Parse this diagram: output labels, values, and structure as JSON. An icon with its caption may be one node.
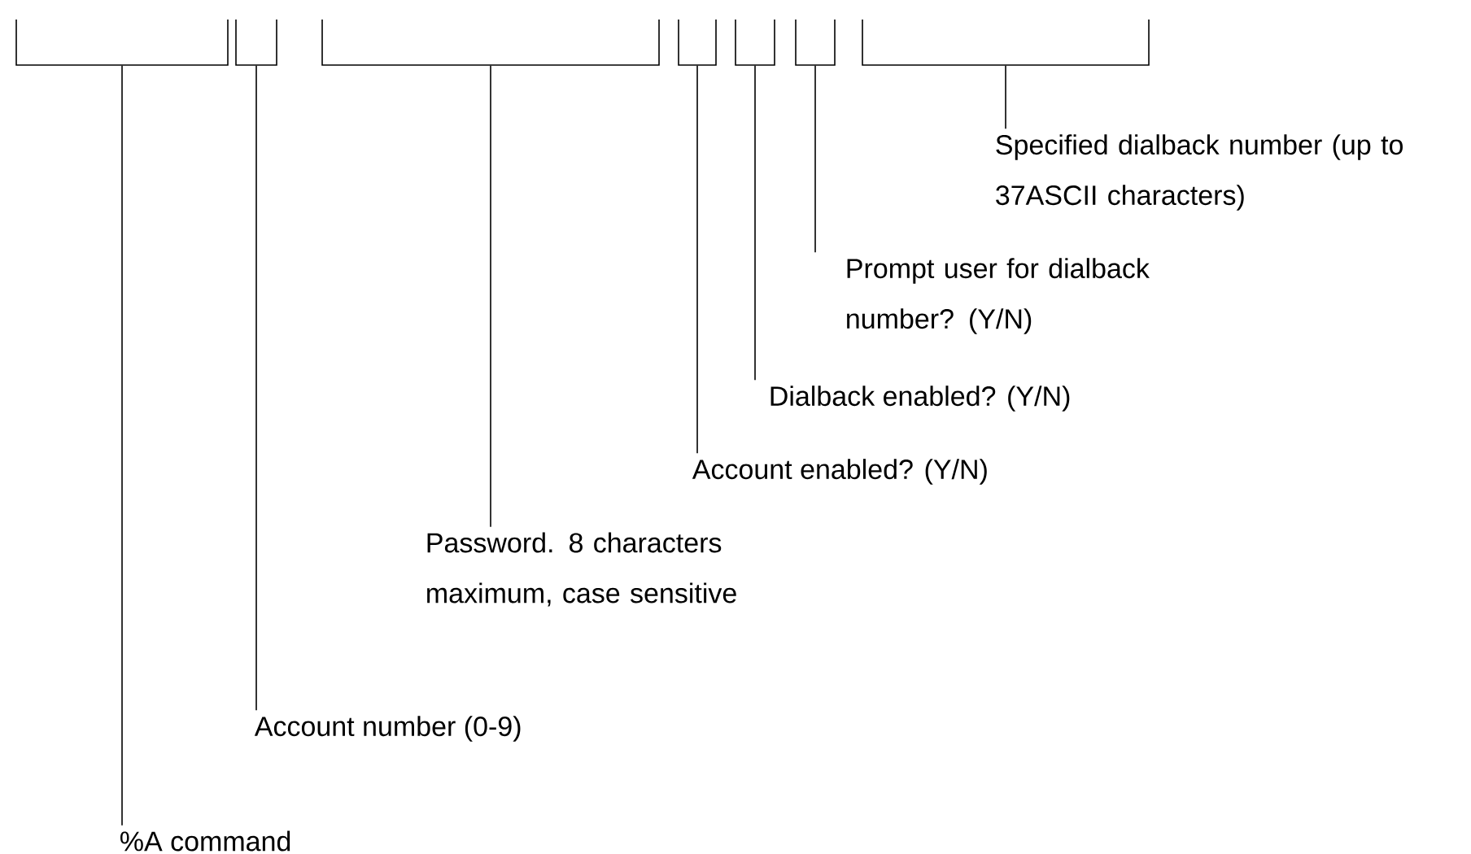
{
  "diagram": {
    "nodes": [
      {
        "text": [],
        "shape": "bracket"
      },
      {
        "text": [],
        "shape": "bracket"
      },
      {
        "text": [],
        "shape": "bracket"
      },
      {
        "text": [],
        "shape": "bracket"
      },
      {
        "text": [],
        "shape": "bracket"
      },
      {
        "text": [],
        "shape": "bracket"
      },
      {
        "text": [],
        "shape": "bracket"
      },
      {
        "text": [
          "Specified dialback number (up to 37ASCII characters)"
        ]
      },
      {
        "text": [
          "Prompt user for dialback number? (Y/N)"
        ]
      },
      {
        "text": [
          "Dialback enabled? (Y/N)"
        ]
      },
      {
        "text": [
          "Account enabled? (Y/N)"
        ]
      },
      {
        "text": [
          "Password.  8 characters maximum, case sensitive"
        ]
      },
      {
        "text": [
          "Account number (0-9)"
        ]
      },
      {
        "text": [
          "%A command"
        ]
      }
    ],
    "edges": [
      {
        "from": 7,
        "to": 6,
        "arrow": "none"
      },
      {
        "from": 8,
        "to": 5,
        "arrow": "none"
      },
      {
        "from": 9,
        "to": 4,
        "arrow": "none"
      },
      {
        "from": 10,
        "to": 3,
        "arrow": "none"
      },
      {
        "from": 11,
        "to": 2,
        "arrow": "none"
      },
      {
        "from": 12,
        "to": 1,
        "arrow": "none"
      },
      {
        "from": 13,
        "to": 0,
        "arrow": "none"
      }
    ]
  }
}
